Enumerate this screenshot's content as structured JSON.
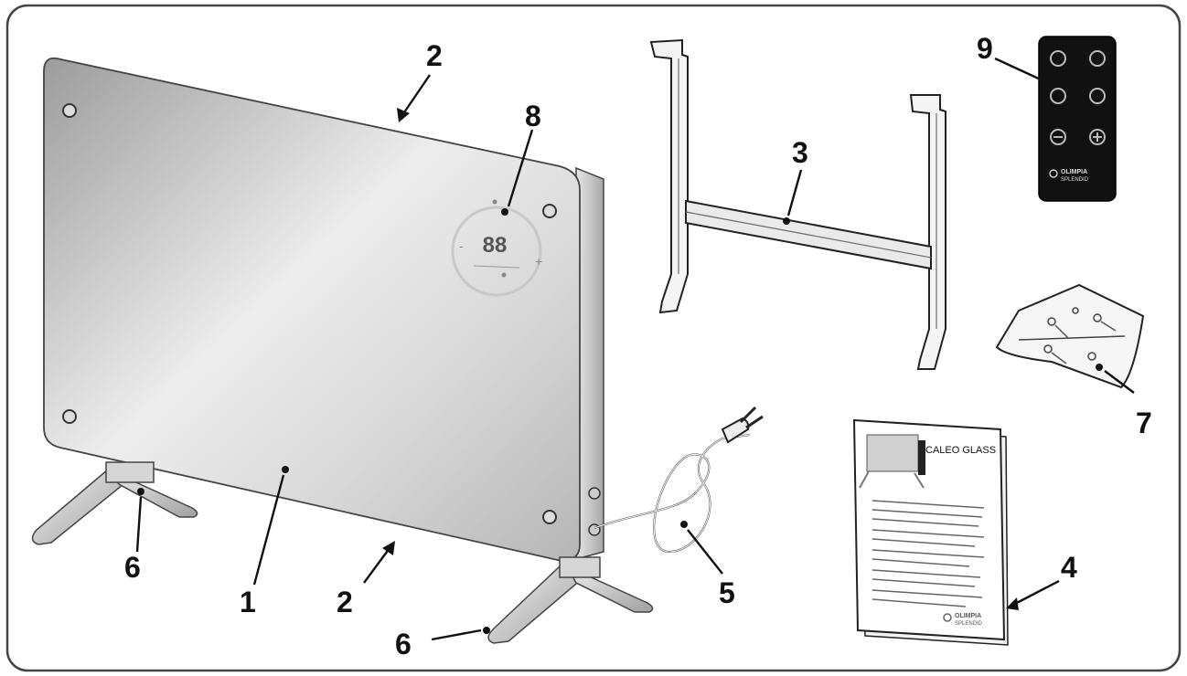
{
  "diagram": {
    "callouts": [
      {
        "id": "1",
        "label": "1"
      },
      {
        "id": "2-top",
        "label": "2"
      },
      {
        "id": "2-bottom",
        "label": "2"
      },
      {
        "id": "3",
        "label": "3"
      },
      {
        "id": "4",
        "label": "4"
      },
      {
        "id": "5",
        "label": "5"
      },
      {
        "id": "6-left",
        "label": "6"
      },
      {
        "id": "6-right",
        "label": "6"
      },
      {
        "id": "7",
        "label": "7"
      },
      {
        "id": "8",
        "label": "8"
      },
      {
        "id": "9",
        "label": "9"
      }
    ],
    "display_readout": "88",
    "manual_title": "CALEO GLASS",
    "brand_lines": [
      "OLIMPIA",
      "SPLENDID"
    ]
  }
}
